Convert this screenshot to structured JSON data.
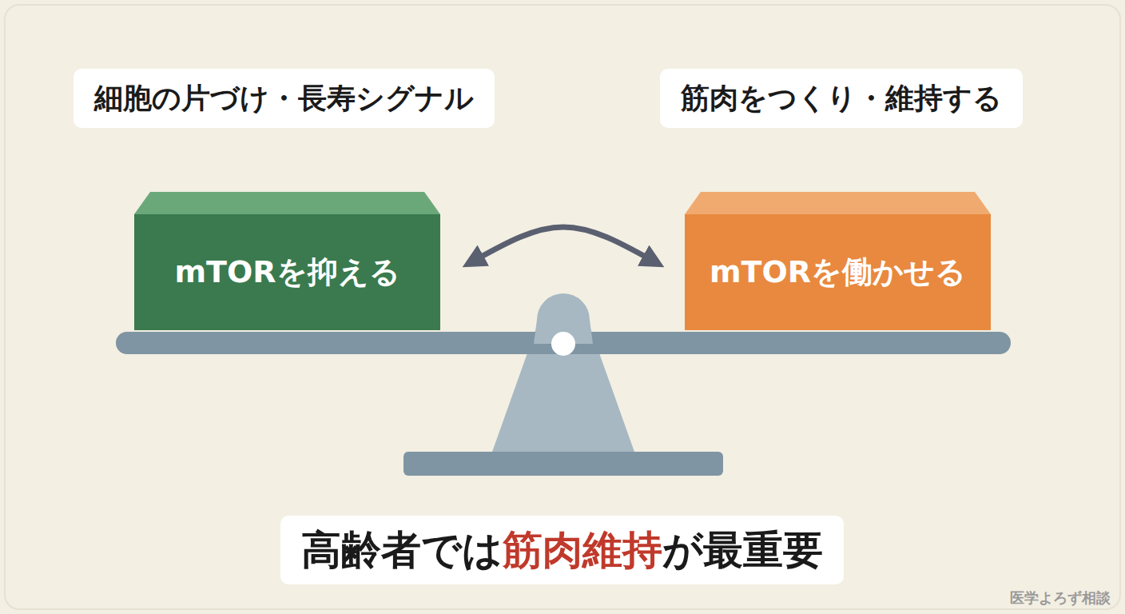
{
  "diagram": {
    "nodes": [
      {
        "text": [
          "細胞の片づけ・長寿シグナル"
        ]
      },
      {
        "text": [
          "筋肉をつくり・維持する"
        ]
      },
      {
        "text": [
          "mTORを抑える"
        ]
      },
      {
        "text": [
          "mTORを働かせる"
        ]
      },
      {
        "text": [
          "高齢者では",
          "筋肉維持",
          "が最重要"
        ]
      }
    ],
    "edges": [
      {
        "from": 2,
        "to": 3,
        "arrow": "both"
      }
    ],
    "labels": [
      "医学よろず相談"
    ]
  }
}
